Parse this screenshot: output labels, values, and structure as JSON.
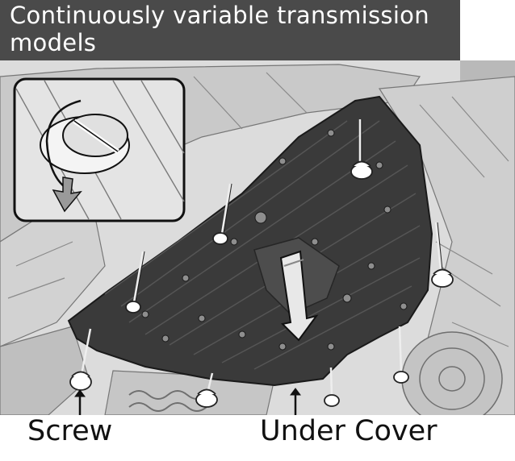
{
  "figure": {
    "title": "Continuously variable transmission models",
    "labels": {
      "screw": "Screw",
      "under_cover": "Under Cover"
    },
    "colors": {
      "title_band": "#4a4a4a",
      "title_text": "#ffffff",
      "under_cover_panel": "#3a3a3a",
      "background": "#dcdcdc",
      "label_text": "#111111"
    },
    "icons": {
      "inset": "screw-release-inset-icon",
      "removal_arrow": "downward-removal-arrow-icon",
      "rotation_arrow": "counterclockwise-rotation-arrow-icon"
    }
  }
}
